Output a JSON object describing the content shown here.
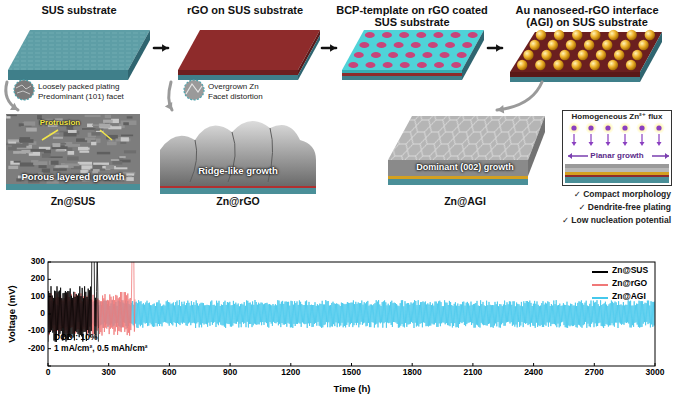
{
  "diagram": {
    "nodes": [
      {
        "text": [
          "SUS substrate"
        ]
      },
      {
        "text": [
          "rGO on SUS substrate"
        ]
      },
      {
        "text": [
          "BCP-template on rGO coated SUS substrate"
        ]
      },
      {
        "text": [
          "Au nanoseed-rGO interface (AGI) on SUS substrate"
        ]
      },
      {
        "text": [
          "Porous layered growth",
          "Zn@SUS"
        ]
      },
      {
        "text": [
          "Ridge-like growth",
          "Zn@rGO"
        ]
      },
      {
        "text": [
          "Dominant (002) growth",
          "Zn@AGI"
        ]
      },
      {
        "text": [
          "Homogeneous Zn²⁺ flux",
          "Planar growth"
        ]
      }
    ],
    "edges": [
      {
        "from": 0,
        "to": 1,
        "arrow": "to"
      },
      {
        "from": 1,
        "to": 2,
        "arrow": "to"
      },
      {
        "from": 2,
        "to": 3,
        "arrow": "to"
      },
      {
        "from": 0,
        "to": 4,
        "arrow": "to"
      },
      {
        "from": 1,
        "to": 5,
        "arrow": "to"
      },
      {
        "from": 3,
        "to": 6,
        "arrow": "to"
      }
    ],
    "labels": [
      "Loosely packed plating",
      "Predominant (101) facet",
      "Overgrown Zn",
      "Facet distortion",
      "Protrusion",
      "✓ Compact morphology",
      "✓ Dendrite-free plating",
      "✓ Low nucleation potential",
      "DOD : 10%",
      "1 mA/cm², 0.5 mAh/cm²",
      "Voltage (mV)",
      "300",
      "200",
      "100",
      "0",
      "-100",
      "-200",
      "0",
      "300",
      "600",
      "900",
      "1200",
      "1500",
      "1800",
      "2100",
      "2400",
      "2700",
      "3000",
      "Time (h)"
    ],
    "legend": [
      {
        "text": "Zn@SUS",
        "color": "#000000"
      },
      {
        "text": "Zn@rGO",
        "color": "#f07878"
      },
      {
        "text": "Zn@AGI",
        "color": "#45c8ec"
      }
    ]
  }
}
